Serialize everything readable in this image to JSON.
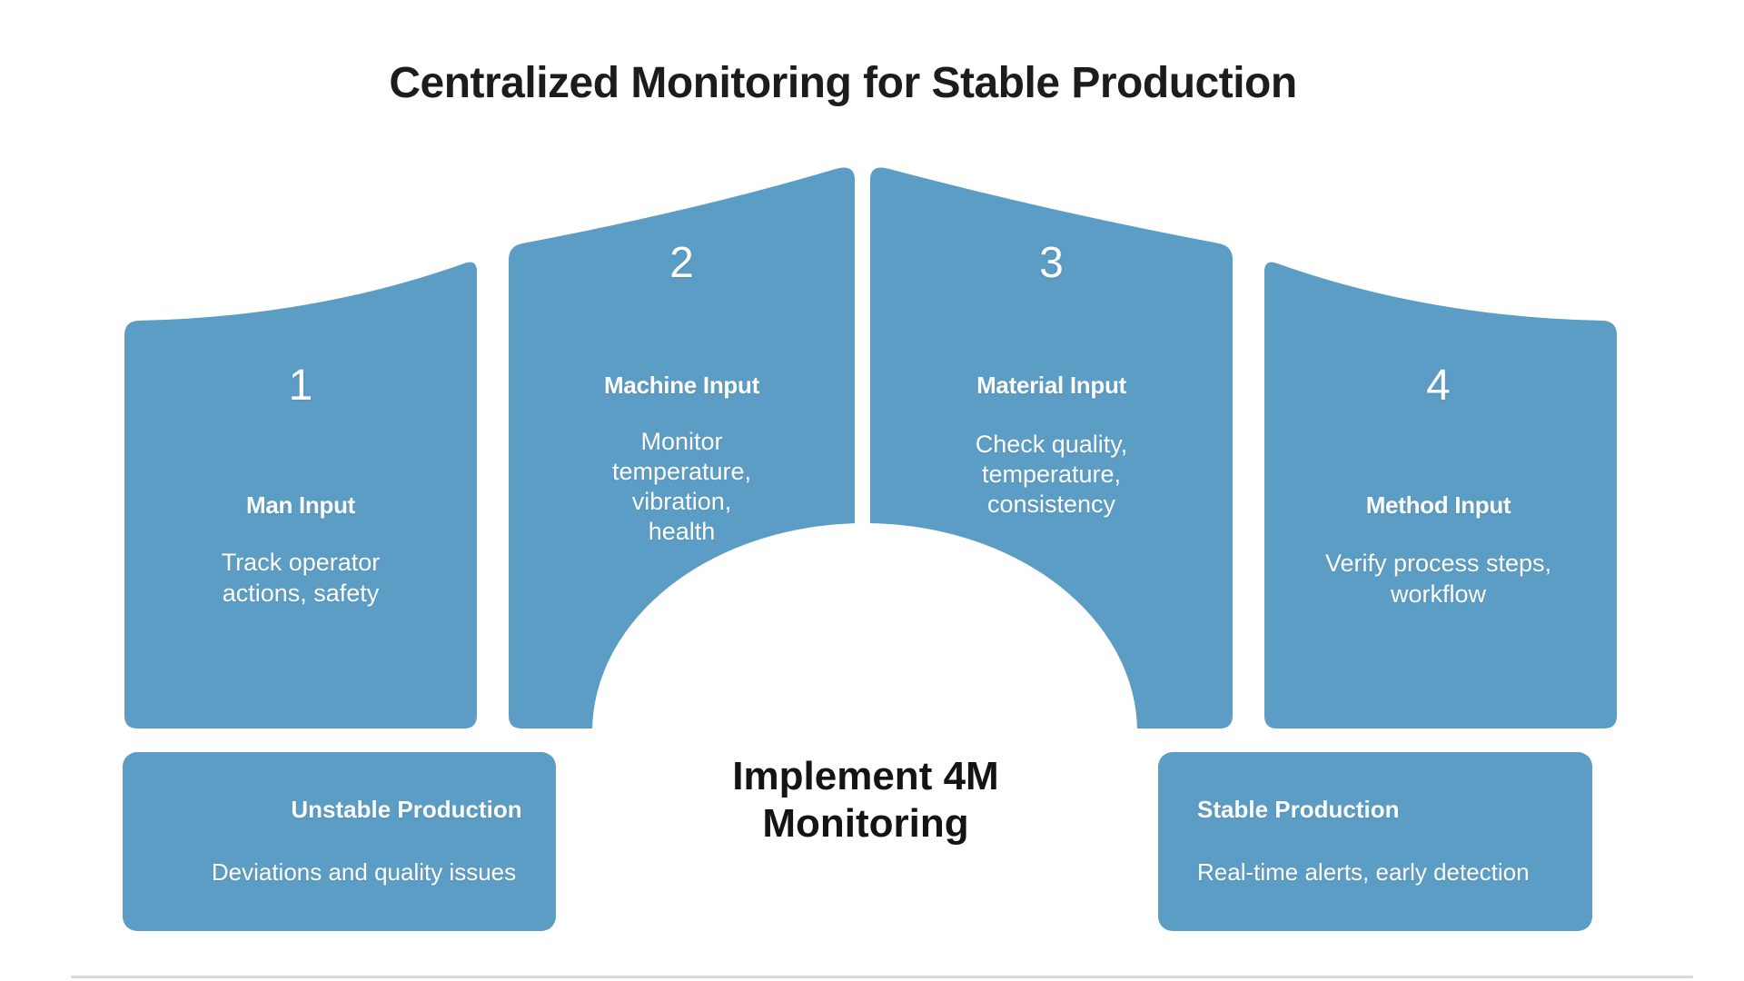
{
  "title": "Centralized Monitoring for Stable Production",
  "colors": {
    "panel_blue": "#5C9DC6",
    "background": "#ffffff",
    "dark_text": "#1c1c1c",
    "panel_text": "#ffffff"
  },
  "panels": [
    {
      "number": "1",
      "heading": "Man Input",
      "body": "Track operator\nactions, safety"
    },
    {
      "number": "2",
      "heading": "Machine Input",
      "body": "Monitor\ntemperature,\nvibration,\nhealth"
    },
    {
      "number": "3",
      "heading": "Material Input",
      "body": "Check quality,\ntemperature,\nconsistency"
    },
    {
      "number": "4",
      "heading": "Method Input",
      "body": "Verify process steps,\nworkflow"
    }
  ],
  "outcome_left": {
    "heading": "Unstable Production",
    "body": "Deviations and quality issues"
  },
  "outcome_right": {
    "heading": "Stable Production",
    "body": "Real-time alerts, early detection"
  },
  "center_label": "Implement 4M\nMonitoring"
}
